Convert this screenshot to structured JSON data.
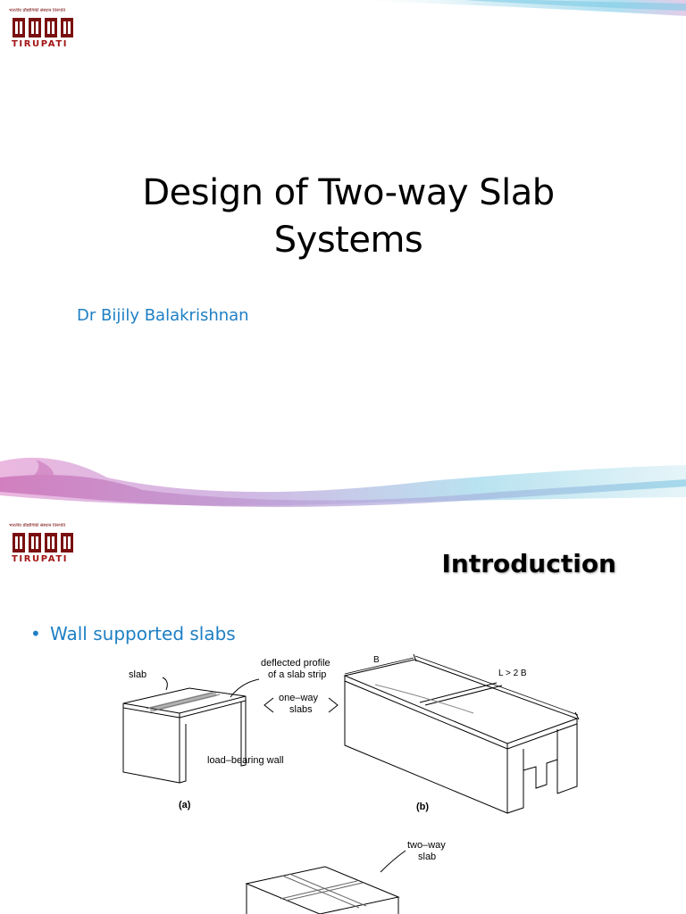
{
  "slide1": {
    "logo": {
      "hindi_text": "भारतीय प्रौद्योगिकी संस्थान तिरुपति",
      "word": "TIRUPATI"
    },
    "title_line1": "Design of Two-way Slab",
    "title_line2": "Systems",
    "author": "Dr Bijily Balakrishnan"
  },
  "slide2": {
    "logo": {
      "hindi_text": "भारतीय प्रौद्योगिकी संस्थान तिरुपति",
      "word": "TIRUPATI"
    },
    "heading": "Introduction",
    "bullet": "Wall supported slabs",
    "figure": {
      "label_slab": "slab",
      "label_deflected_1": "deflected profile",
      "label_deflected_2": "of a slab strip",
      "label_oneway_1": "one–way",
      "label_oneway_2": "slabs",
      "label_wall": "load–bearing wall",
      "label_a": "(a)",
      "label_b": "(b)",
      "label_B": "B",
      "label_L": "L > 2 B",
      "label_twoway_1": "two–way",
      "label_twoway_2": "slab"
    }
  },
  "colors": {
    "accent_blue": "#1e7fc4",
    "logo_red": "#a31515",
    "swoosh_pink": "#d987c6",
    "swoosh_blue": "#9fdcec"
  }
}
